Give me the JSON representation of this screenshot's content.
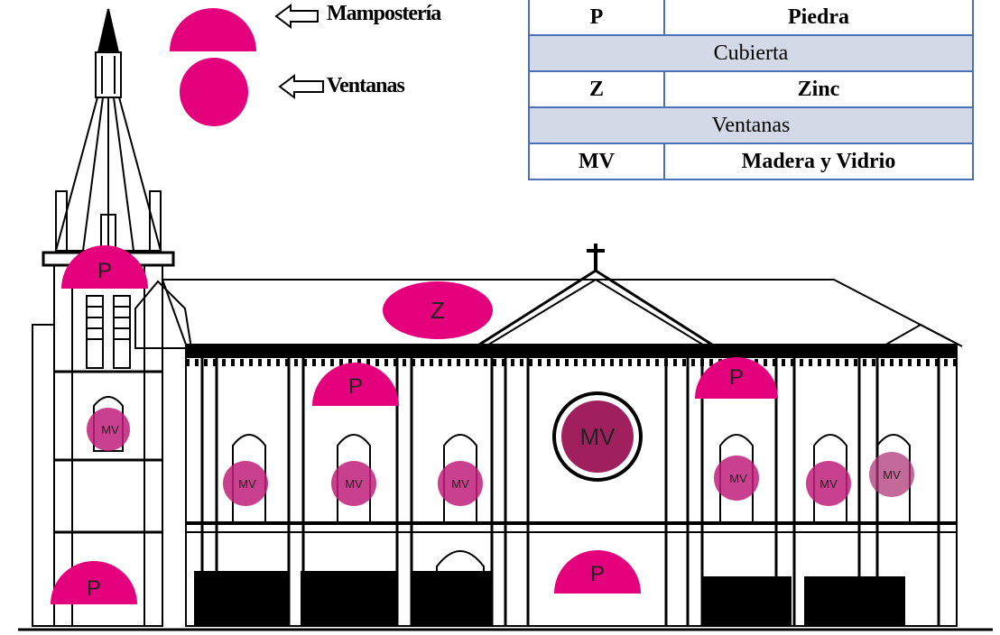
{
  "legend": {
    "masonry_label": "Mampostería",
    "windows_label": "Ventanas"
  },
  "table": {
    "rows": [
      {
        "code": "P",
        "material": "Piedra"
      },
      {
        "section": "Cubierta"
      },
      {
        "code": "Z",
        "material": "Zinc"
      },
      {
        "section": "Ventanas"
      },
      {
        "code": "MV",
        "material": "Madera y Vidrio"
      }
    ]
  },
  "tags": {
    "stone": "P",
    "zinc": "Z",
    "wood_glass": "MV"
  },
  "colors": {
    "marker": "#e4007c",
    "window_marker": "#c0207a",
    "table_border": "#4a70b8",
    "section_fill": "#d3d9e6",
    "line": "#000000"
  }
}
